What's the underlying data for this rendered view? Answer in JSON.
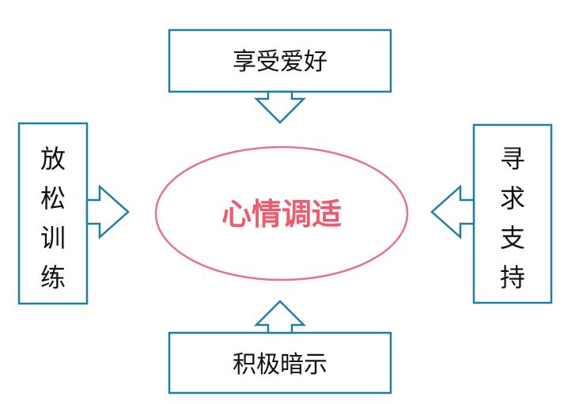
{
  "colors": {
    "box_stroke": "#1F7FA3",
    "box_fill": "#FFFFFF",
    "ellipse_stroke": "#E8709A",
    "center_text": "#F05A6E",
    "label_text": "#111111"
  },
  "diagram": {
    "center": {
      "label": "心情调适"
    },
    "top": {
      "label": "享受爱好"
    },
    "bottom": {
      "label": "积极暗示"
    },
    "left": {
      "label": "放松训练"
    },
    "right": {
      "label": "寻求支持"
    }
  }
}
